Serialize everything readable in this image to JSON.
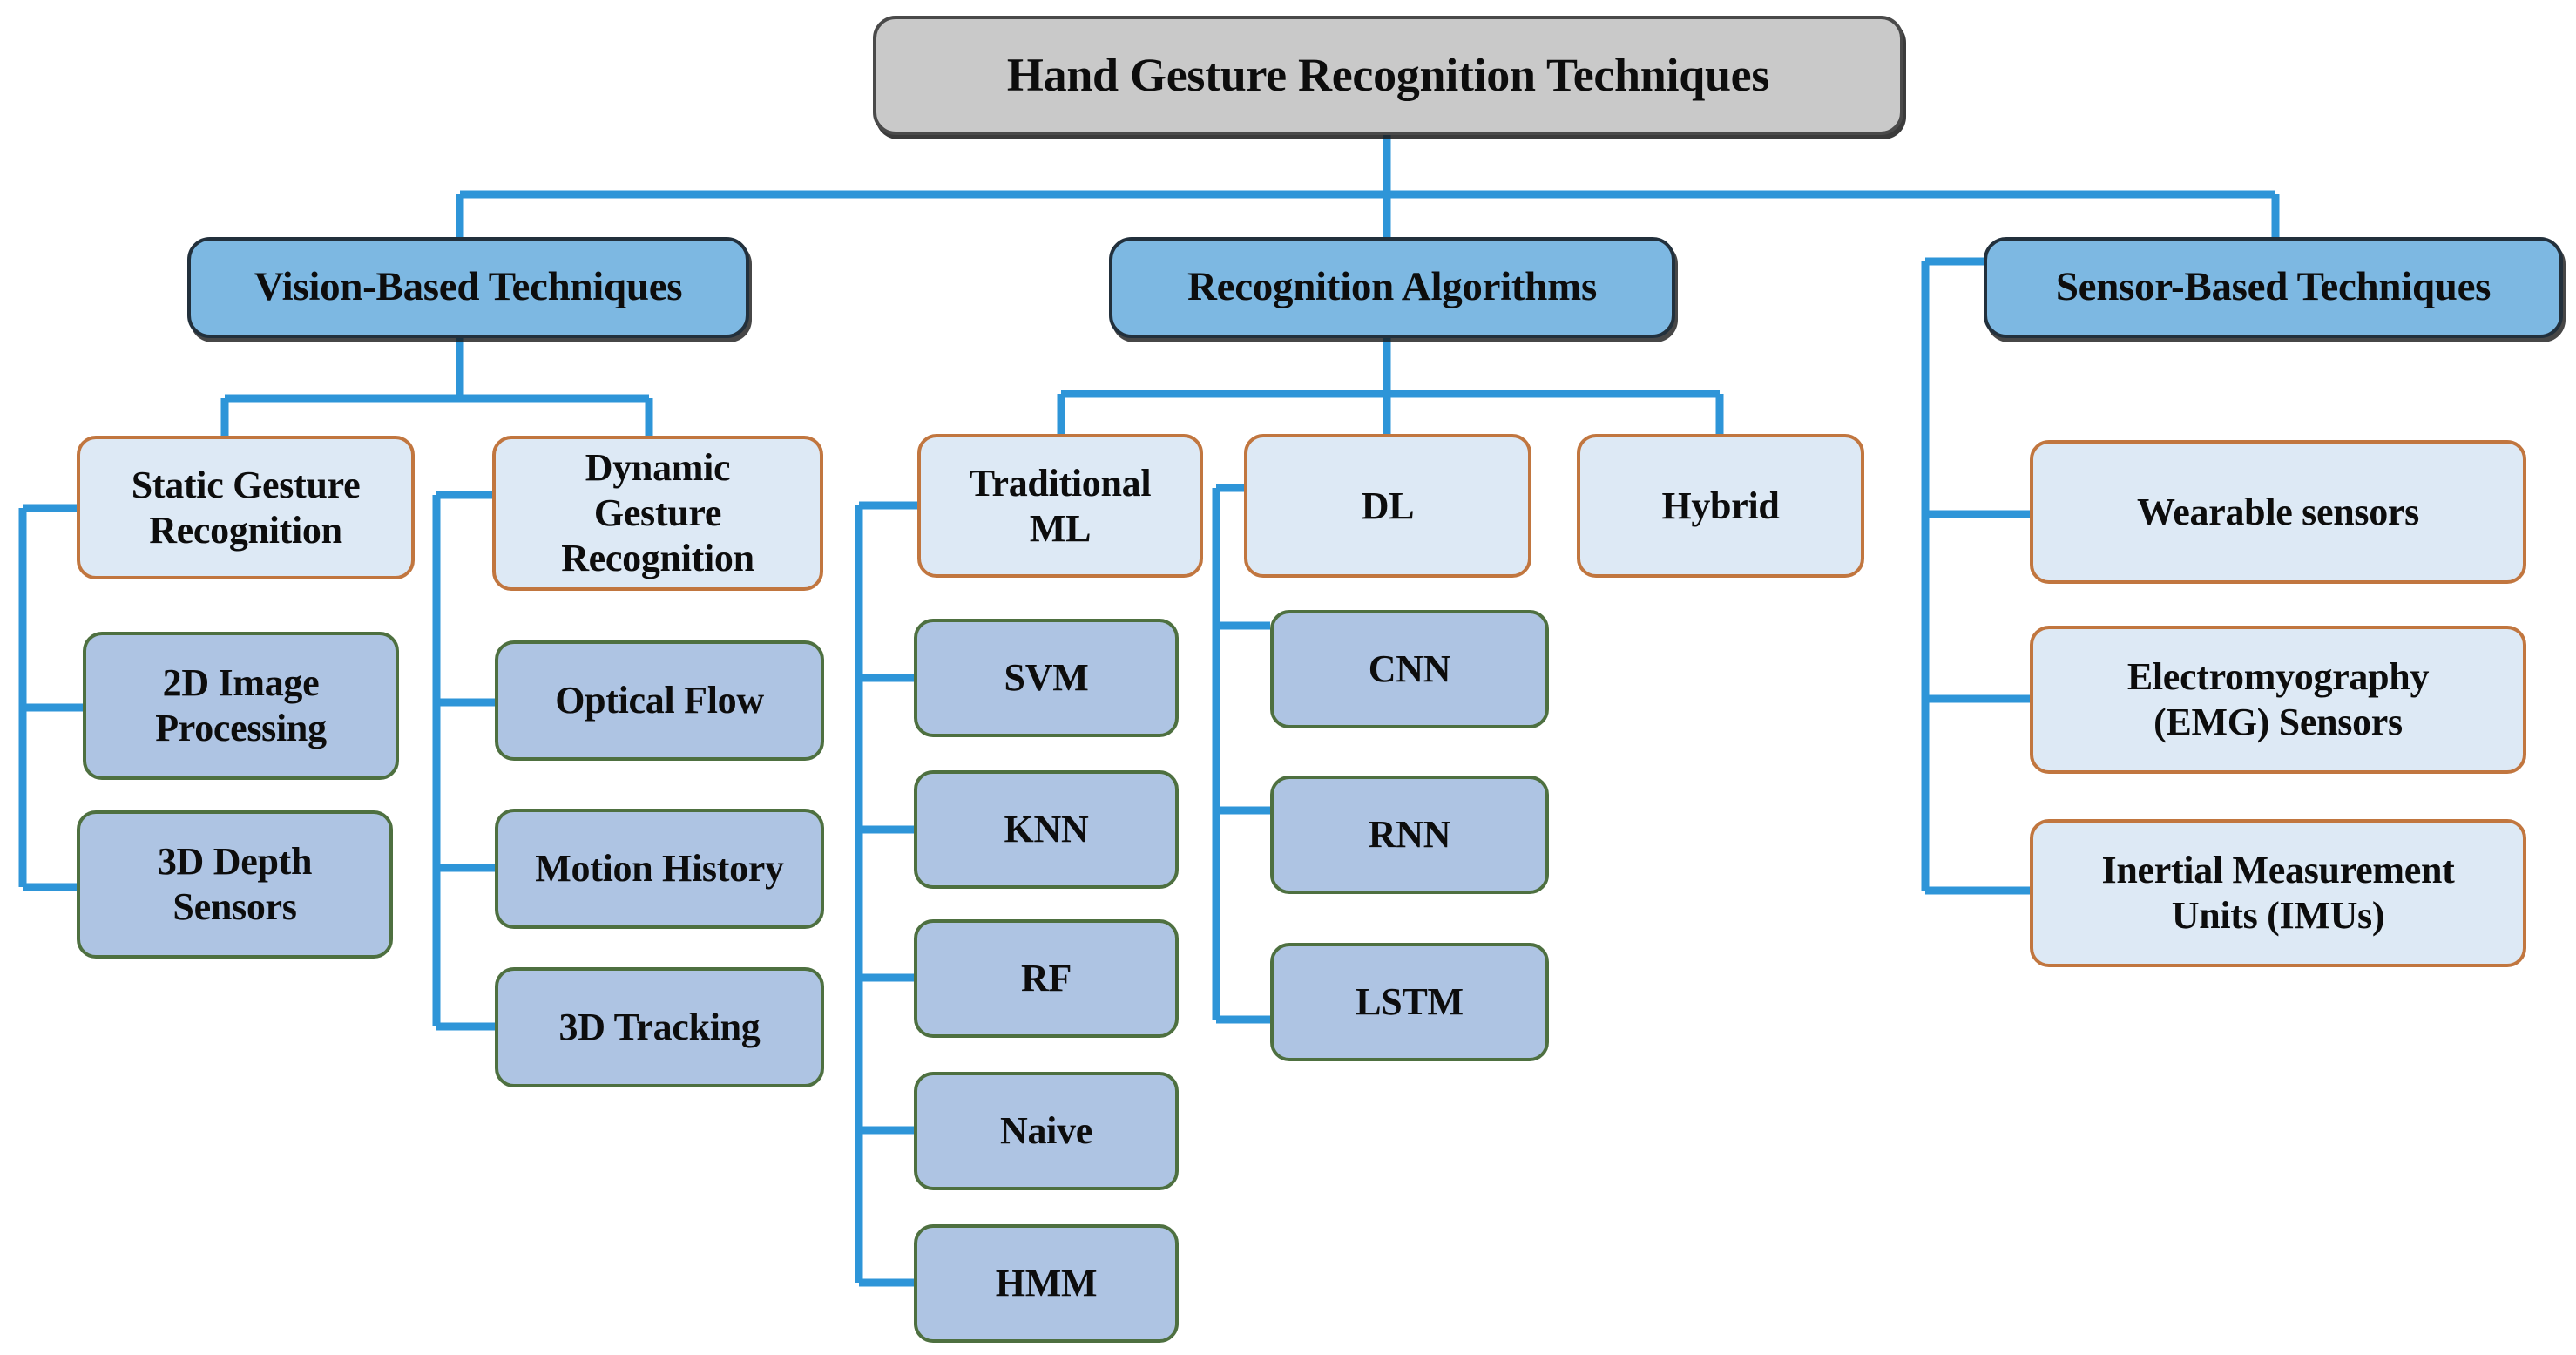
{
  "diagram": {
    "title": "Hand Gesture Recognition Techniques",
    "type": "hierarchy-tree",
    "edge_color": "#2e95d8",
    "palette": {
      "root_fill": "#c9c9c9",
      "root_border": "#4a4a4a",
      "category_fill": "#7db8e2",
      "category_border": "#22303c",
      "subcategory_fill": "#dde9f5",
      "subcategory_border": "#c1763f",
      "leaf_fill": "#aec4e3",
      "leaf_border": "#4e7040"
    }
  },
  "nodes": {
    "root": {
      "label": "Hand Gesture Recognition Techniques"
    },
    "vision": {
      "label": "Vision-Based Techniques"
    },
    "algorithms": {
      "label": "Recognition Algorithms"
    },
    "sensor": {
      "label": "Sensor-Based Techniques"
    },
    "static_gesture": {
      "line1": "Static Gesture",
      "line2": "Recognition"
    },
    "dynamic_gesture": {
      "line1": "Dynamic",
      "line2": "Gesture",
      "line3": "Recognition"
    },
    "traditional_ml": {
      "line1": "Traditional",
      "line2": "ML"
    },
    "dl": {
      "label": "DL"
    },
    "hybrid": {
      "label": "Hybrid"
    },
    "two_d_image": {
      "line1": "2D Image",
      "line2": "Processing"
    },
    "three_d_depth": {
      "line1": "3D Depth",
      "line2": "Sensors"
    },
    "optical_flow": {
      "label": "Optical Flow"
    },
    "motion_history": {
      "label": "Motion History"
    },
    "three_d_tracking": {
      "label": "3D Tracking"
    },
    "svm": {
      "label": "SVM"
    },
    "knn": {
      "label": "KNN"
    },
    "rf": {
      "label": "RF"
    },
    "naive": {
      "label": "Naive"
    },
    "hmm": {
      "label": "HMM"
    },
    "cnn": {
      "label": "CNN"
    },
    "rnn": {
      "label": "RNN"
    },
    "lstm": {
      "label": "LSTM"
    },
    "wearable_sensors": {
      "label": "Wearable sensors"
    },
    "emg_sensors": {
      "line1": "Electromyography",
      "line2": "(EMG) Sensors"
    },
    "imu": {
      "line1": "Inertial Measurement",
      "line2": "Units (IMUs)"
    }
  }
}
